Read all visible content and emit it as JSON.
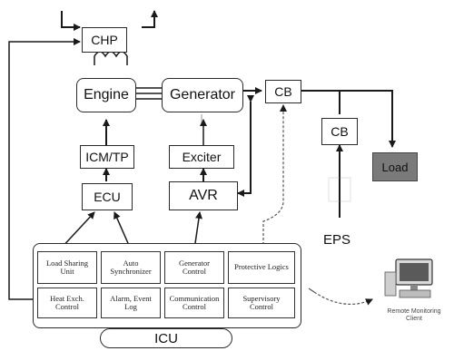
{
  "blocks": {
    "chp": "CHP",
    "engine": "Engine",
    "generator": "Generator",
    "cb_main": "CB",
    "cb_eps": "CB",
    "load": "Load",
    "eps": "EPS",
    "icm_tp": "ICM/TP",
    "ecu": "ECU",
    "exciter": "Exciter",
    "avr": "AVR"
  },
  "icu": {
    "label": "ICU",
    "modules": [
      "Load Sharing Unit",
      "Auto Synchronizer",
      "Generator Control",
      "Protective Logics",
      "Heat Exch. Control",
      "Alarm, Event Log",
      "Communication Control",
      "Supervisory Control"
    ]
  },
  "remote": {
    "caption": "Remote Monitoring Client"
  },
  "colors": {
    "line": "#1a1a1a",
    "load_fill": "#7a7a7a",
    "dashed_link": "#555555"
  },
  "icons": {
    "remote": "computer-workstation-icon",
    "chp_flow": "heat-flow-arrows-icon",
    "heat_link": "coil-icon"
  }
}
